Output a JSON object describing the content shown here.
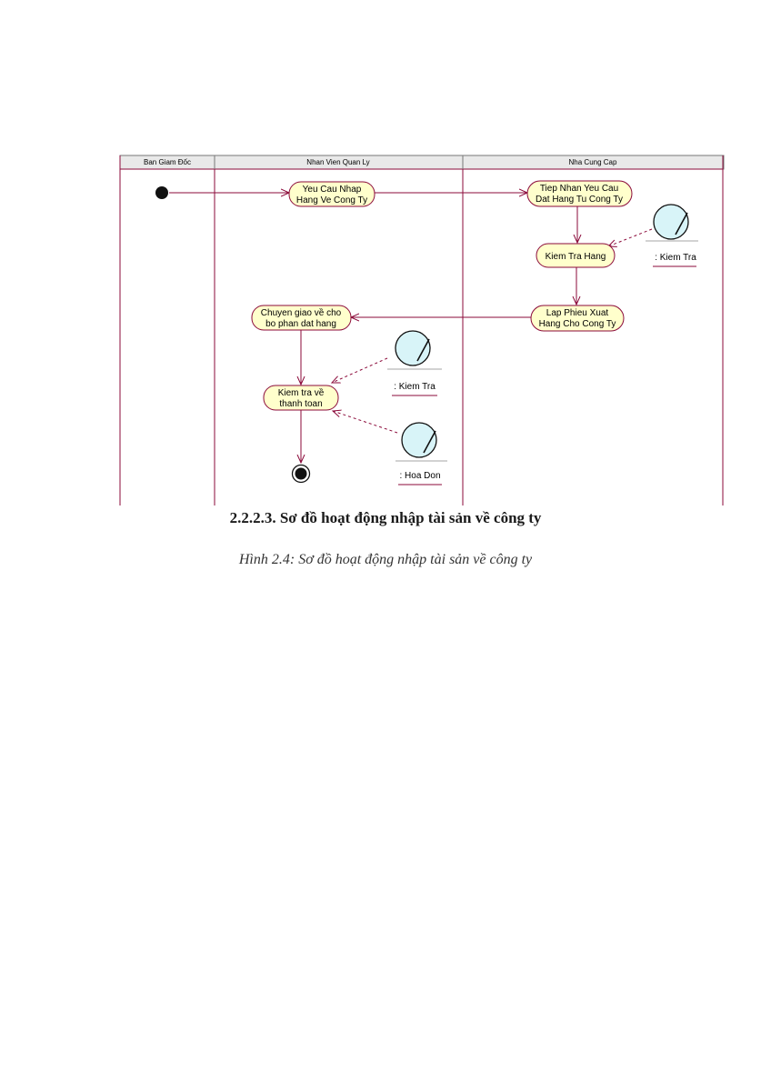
{
  "swimlanes": [
    "Ban Giam Đốc",
    "Nhan Vien Quan Ly",
    "Nha Cung Cap"
  ],
  "activities": {
    "yeu_cau_nhap": [
      "Yeu Cau Nhap",
      "Hang Ve Cong Ty"
    ],
    "tiep_nhan": [
      "Tiep Nhan Yeu Cau",
      "Dat Hang Tu Cong Ty"
    ],
    "kiem_tra_hang": [
      "Kiem Tra Hang"
    ],
    "lap_phieu": [
      "Lap Phieu Xuat",
      "Hang Cho Cong Ty"
    ],
    "chuyen_giao": [
      "Chuyen giao về cho",
      "bo phan dat hang"
    ],
    "kiem_tra_thanh_toan": [
      "Kiem tra về",
      "thanh toan"
    ]
  },
  "objects": {
    "kiem_tra_1": ": Kiem Tra",
    "kiem_tra_2": ": Kiem Tra",
    "hoa_don": ": Hoa Don"
  },
  "colors": {
    "activity_fill": "#ffffcc",
    "activity_stroke": "#8b0a3a",
    "flow": "#8b0a3a",
    "object_fill": "#d8f4f8",
    "header_fill": "#e9e9e9"
  },
  "caption": {
    "heading": "2.2.2.3. Sơ đồ hoạt động nhập tài sản về công ty",
    "figure": "Hình 2.4: Sơ đồ hoạt động nhập tài sản về công ty"
  }
}
